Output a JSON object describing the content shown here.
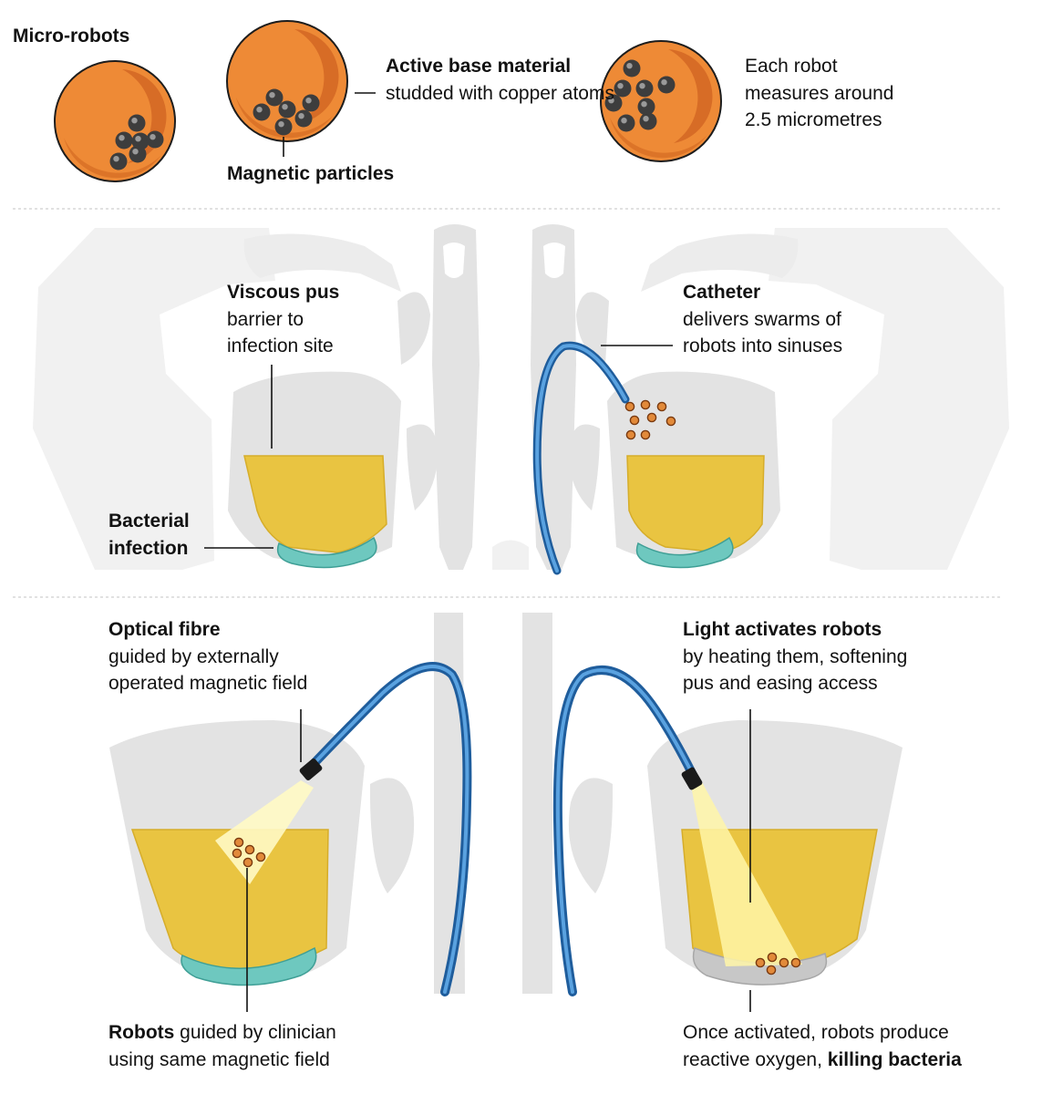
{
  "section1": {
    "title": "Micro-robots",
    "base_material_bold": "Active base material",
    "base_material_rest": "studded with copper atoms",
    "magnetic": "Magnetic particles",
    "size_note": [
      "Each robot",
      "measures around",
      "2.5 micrometres"
    ]
  },
  "section2": {
    "pus_title": "Viscous pus",
    "pus_desc": [
      "barrier to",
      "infection site"
    ],
    "infection": [
      "Bacterial",
      "infection"
    ],
    "catheter_title": "Catheter",
    "catheter_desc": [
      "delivers swarms of",
      "robots into sinuses"
    ]
  },
  "section3": {
    "fibre_title": "Optical fibre",
    "fibre_desc": [
      "guided by externally",
      "operated magnetic field"
    ],
    "light_title": "Light activates robots",
    "light_desc": [
      "by heating them, softening",
      "pus and easing access"
    ],
    "robots_bold": "Robots",
    "robots_rest1": "guided by clinician",
    "robots_rest2": "using same magnetic field",
    "oxygen_line1": "Once activated, robots produce",
    "oxygen_line2": "reactive oxygen,",
    "oxygen_bold": "killing bacteria"
  },
  "colors": {
    "robot_orange": "#ee8a36",
    "pus_yellow": "#e9c441",
    "bacteria_teal": "#6ec8bf",
    "catheter_blue": "#3a7cc4",
    "sinus_grey": "#e3e3e3"
  }
}
